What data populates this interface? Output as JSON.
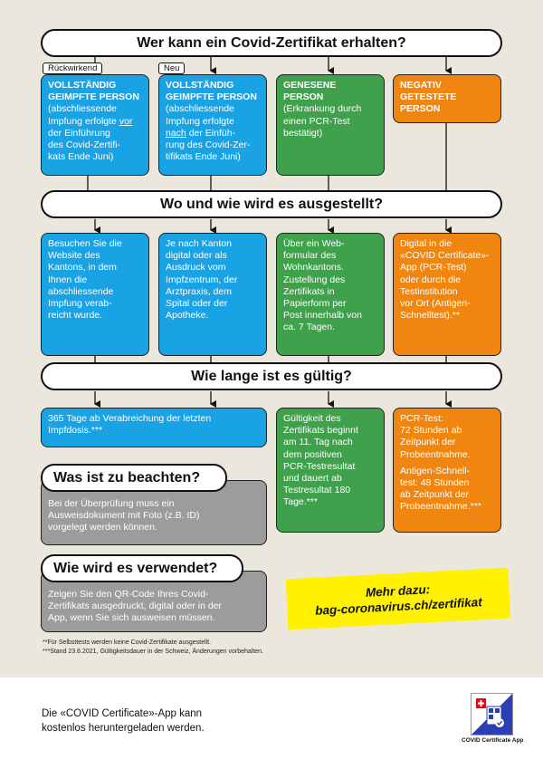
{
  "header": "Wer kann ein Covid-Zertifikat erhalten?",
  "tags": {
    "left": "Rückwirkend",
    "right": "Neu"
  },
  "who": {
    "col1": {
      "title": "VOLLSTÄNDIG\nGEIMPFTE PERSON",
      "pre": "(abschliessende\nImpfung erfolgte ",
      "under": "vor",
      "post": " der Einführung\ndes Covid-Zertifi-\nkats Ende Juni)"
    },
    "col2": {
      "title": "VOLLSTÄNDIG\nGEIMPFTE PERSON",
      "pre": "(abschliessende\nImpfung erfolgte\n",
      "under": "nach",
      "post": " der Einfüh-\nrung des Covid-Zer-\ntifikats Ende Juni)"
    },
    "col3": {
      "title": "GENESENE\nPERSON",
      "body": "(Erkrankung durch\neinen PCR-Test\nbestätigt)"
    },
    "col4": {
      "title": "NEGATIV\nGETESTETE\nPERSON"
    }
  },
  "q2": "Wo und wie wird es ausgestellt?",
  "where": {
    "col1": "Besuchen Sie die\nWebsite des\nKantons, in dem\nIhnen die\nabschliessende\nImpfung verab-\nreicht wurde.",
    "col2": "Je nach Kanton\ndigital oder als\nAusdruck vom\nImpfzentrum, der\nArztpraxis, dem\nSpital oder der\nApotheke.",
    "col3": "Über ein Web-\nformular des\nWohnkantons.\nZustellung des\nZertifikats in\nPapierform per\nPost innerhalb von\nca. 7 Tagen.",
    "col4": "Digital in die\n«COVID Certificate»-\nApp (PCR-Test)\noder durch die\nTestinstitution\nvor Ort (Antigen-\nSchnelltest).**"
  },
  "q3": "Wie lange ist es gültig?",
  "valid": {
    "vacc": "365 Tage ab Verabreichung der letzten\nImpfdosis.***",
    "recov": "Gültigkeit des\nZertifikats beginnt\nam 11. Tag nach\ndem positiven\nPCR-Testresultat\nund dauert ab\nTestresultat 180\nTage.***",
    "test1": "PCR-Test:\n72 Stunden ab\nZeitpunkt der\nProbeentnahme.",
    "test2": "Antigen-Schnell-\ntest: 48 Stunden\nab Zeitpunkt der\nProbeentnahme.***"
  },
  "note1": {
    "title": "Was ist zu beachten?",
    "body": "Bei der Überprüfung muss ein\nAusweisdokument mit Foto (z.B. ID)\nvorgelegt werden können."
  },
  "note2": {
    "title": "Wie wird es verwendet?",
    "body": "Zeigen Sie den QR-Code Ihres Covid-\nZertifikats ausgedruckt, digital oder in der\nApp, wenn Sie sich ausweisen müssen."
  },
  "more": {
    "label": "Mehr dazu:",
    "url": "bag-coronavirus.ch/zertifikat"
  },
  "footnotes": {
    "f1": "**Für Selbsttests werden keine Covid-Zertifikate ausgestellt.",
    "f2": "***Stand 23.6.2021, Gültigkeitsdauer in der Schweiz, Änderungen vorbehalten."
  },
  "footer": "Die «COVID Certificate»-App kann\nkostenlos heruntergeladen werden.",
  "app_label": "COVID Certificate App",
  "colors": {
    "blue": "#1aa3e4",
    "green": "#3fa14c",
    "orange": "#f08610",
    "gray": "#9c9c9c",
    "yellow": "#fff100"
  }
}
